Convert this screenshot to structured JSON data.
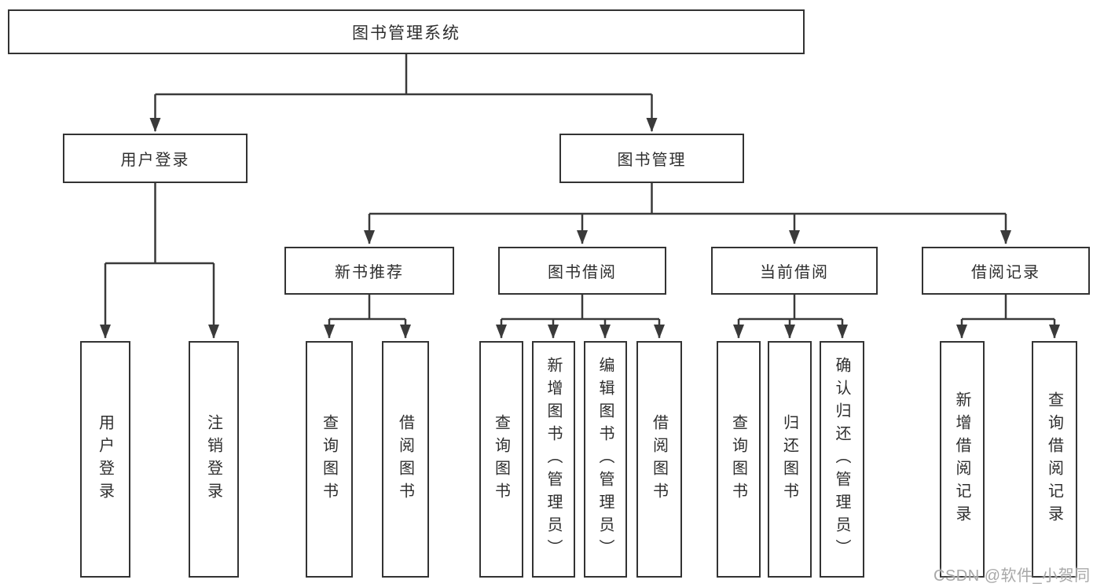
{
  "colors": {
    "line": "#3a3a3a",
    "border": "#333333",
    "text": "#2e2e2e",
    "watermark": "#a8a8a8",
    "background": "#ffffff"
  },
  "root": {
    "label": "图书管理系统"
  },
  "branches": {
    "user_login": {
      "label": "用户登录",
      "children": [
        {
          "label": "用户登录"
        },
        {
          "label": "注销登录"
        }
      ]
    },
    "book_management": {
      "label": "图书管理",
      "sections": [
        {
          "label": "新书推荐",
          "children": [
            {
              "label": "查询图书"
            },
            {
              "label": "借阅图书"
            }
          ]
        },
        {
          "label": "图书借阅",
          "children": [
            {
              "label": "查询图书"
            },
            {
              "label": "新增图书（管理员）"
            },
            {
              "label": "编辑图书（管理员）"
            },
            {
              "label": "借阅图书"
            }
          ]
        },
        {
          "label": "当前借阅",
          "children": [
            {
              "label": "查询图书"
            },
            {
              "label": "归还图书"
            },
            {
              "label": "确认归还（管理员）"
            }
          ]
        },
        {
          "label": "借阅记录",
          "children": [
            {
              "label": "新增借阅记录"
            },
            {
              "label": "查询借阅记录"
            }
          ]
        }
      ]
    }
  },
  "watermark": {
    "text": "CSDN @软件_小贺同学"
  }
}
